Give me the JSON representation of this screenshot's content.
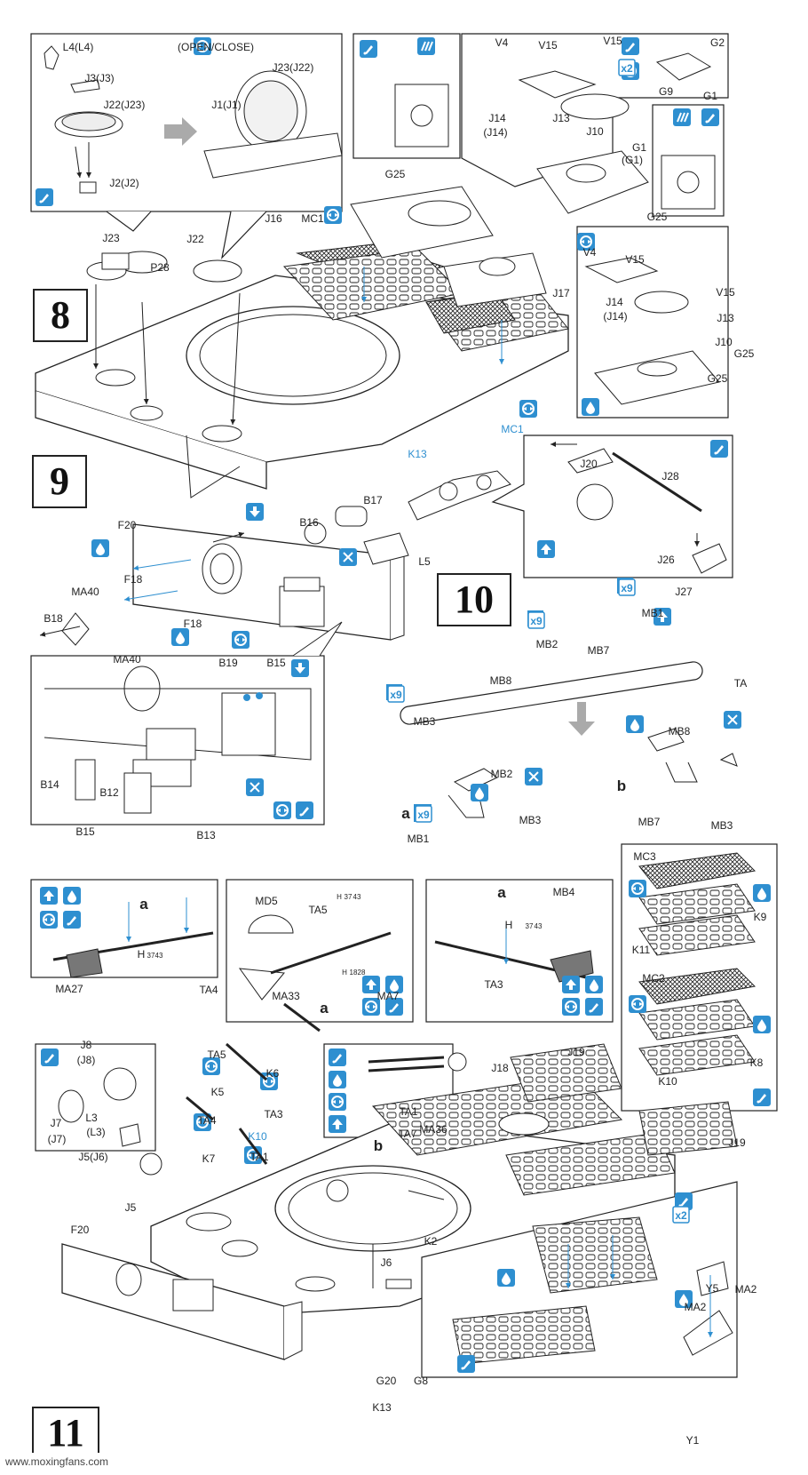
{
  "steps": [
    "8",
    "9",
    "10",
    "11"
  ],
  "footer": {
    "site": "www.moxingfans.com"
  },
  "colors": {
    "blue": "#2e8fd0",
    "ink": "#222222",
    "paper": "#ffffff"
  },
  "labels": {
    "s8": [
      "L4(L4)",
      "J3(J3)",
      "J22(J23)",
      "J2(J2)",
      "(OPEN/CLOSE)",
      "J23(J22)",
      "J1(J1)",
      "J23",
      "P28",
      "J22",
      "J16",
      "MC1",
      "G25",
      "V4",
      "V15",
      "V15",
      "G2",
      "G9",
      "G1",
      "J14",
      "(J14)",
      "J13",
      "J10",
      "G1",
      "(G1)",
      "G25",
      "G25",
      "V4",
      "V15",
      "V15",
      "J14",
      "(J14)",
      "J13",
      "J10",
      "G25",
      "J17",
      "MC1",
      "K13"
    ],
    "s9": [
      "J20",
      "J28",
      "J26",
      "J27",
      "B17",
      "B16",
      "F20",
      "MA40",
      "F18",
      "B18",
      "F18",
      "MA40",
      "L5",
      "B19",
      "B15",
      "B14",
      "B12",
      "B13",
      "B15"
    ],
    "s10": [
      "MB1",
      "MB7",
      "MB2",
      "MB8",
      "MB3",
      "TA",
      "MB8",
      "MB2",
      "a",
      "MB3",
      "MB1",
      "b",
      "MB7",
      "MB3"
    ],
    "s11": [
      "a",
      "H",
      "37",
      "43",
      "MA27",
      "TA4",
      "MD5",
      "TA5",
      "H",
      "37",
      "43",
      "H",
      "18",
      "28",
      "MA7",
      "MA33",
      "a",
      "a",
      "MB4",
      "H",
      "37",
      "43",
      "TA3",
      "MC3",
      "K9",
      "K11",
      "MC2",
      "K8",
      "K10",
      "J8",
      "(J8)",
      "L3",
      "(L3)",
      "J7",
      "(J7)",
      "J5(J6)",
      "J5",
      "TA5",
      "K5",
      "TA3",
      "K6",
      "TA4",
      "K7",
      "K10",
      "TA1",
      "TA1",
      "TA7",
      "MA36",
      "b",
      "J18",
      "J19",
      "J19",
      "K2",
      "J6",
      "F20",
      "G20",
      "G8",
      "K13",
      "MA2",
      "Y5",
      "MA2",
      "Y1"
    ]
  },
  "badges": {
    "x2": "x2",
    "x9": "x9"
  }
}
